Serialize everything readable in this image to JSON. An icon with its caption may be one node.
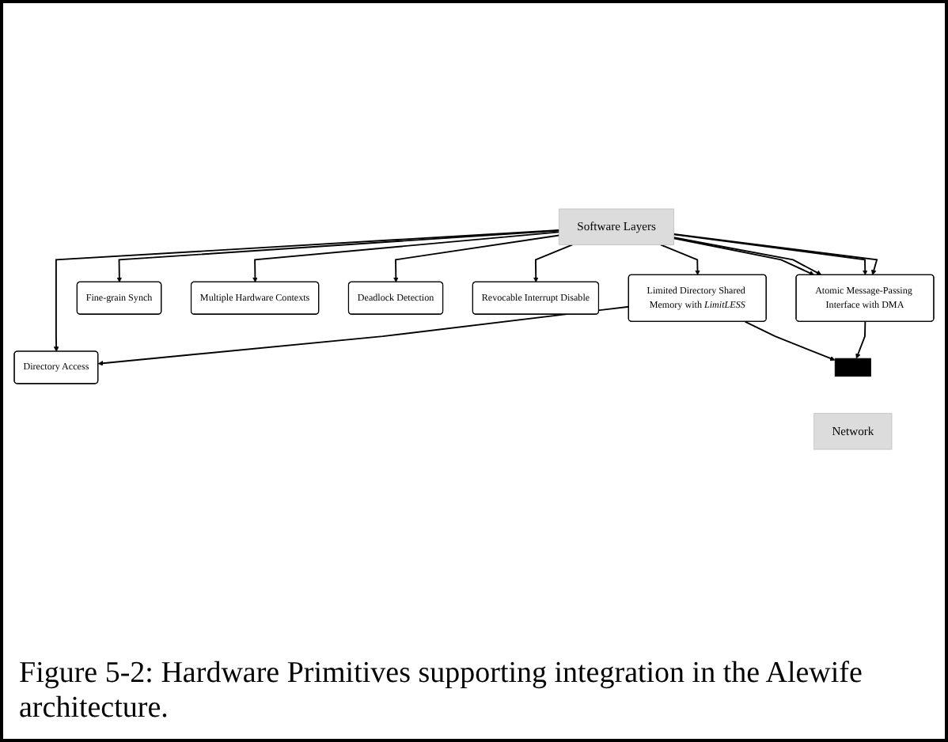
{
  "diagram": {
    "caption": "Figure 5-2: Hardware Primitives supporting integration in the Alewife architecture.",
    "nodes": [
      {
        "text": [
          "Software Layers"
        ]
      },
      {
        "text": [
          "Directory Access"
        ]
      },
      {
        "text": [
          "Limited Directory Shared Memory with *LimitLESS*"
        ]
      },
      {
        "text": [
          "Fine-grain Synch"
        ]
      },
      {
        "text": [
          "Multiple Hardware Contexts"
        ]
      },
      {
        "text": [
          "Deadlock Detection"
        ]
      },
      {
        "text": [
          "Revocable Interrupt Disable"
        ]
      },
      {
        "text": [
          "Atomic Message-Passing Interface with DMA"
        ]
      },
      {
        "text": [],
        "shape": "bar"
      },
      {
        "text": [
          "Network"
        ]
      }
    ],
    "edges": [
      {
        "from": 0,
        "to": 1,
        "arrow": "to"
      },
      {
        "from": 0,
        "to": 2,
        "arrow": "to"
      },
      {
        "from": 0,
        "to": 3,
        "arrow": "to"
      },
      {
        "from": 0,
        "to": 7,
        "arrow": "to"
      },
      {
        "from": 0,
        "to": 4,
        "arrow": "to"
      },
      {
        "from": 0,
        "to": 5,
        "arrow": "to"
      },
      {
        "from": 0,
        "to": 7,
        "arrow": "to"
      },
      {
        "from": 0,
        "to": 6,
        "arrow": "to"
      },
      {
        "from": 0,
        "to": 7,
        "arrow": "to"
      },
      {
        "from": 0,
        "to": 7,
        "arrow": "to"
      },
      {
        "from": 2,
        "to": 1,
        "arrow": "to"
      },
      {
        "from": 2,
        "to": 8,
        "arrow": "to"
      },
      {
        "from": 7,
        "to": 8,
        "arrow": "to"
      }
    ]
  }
}
